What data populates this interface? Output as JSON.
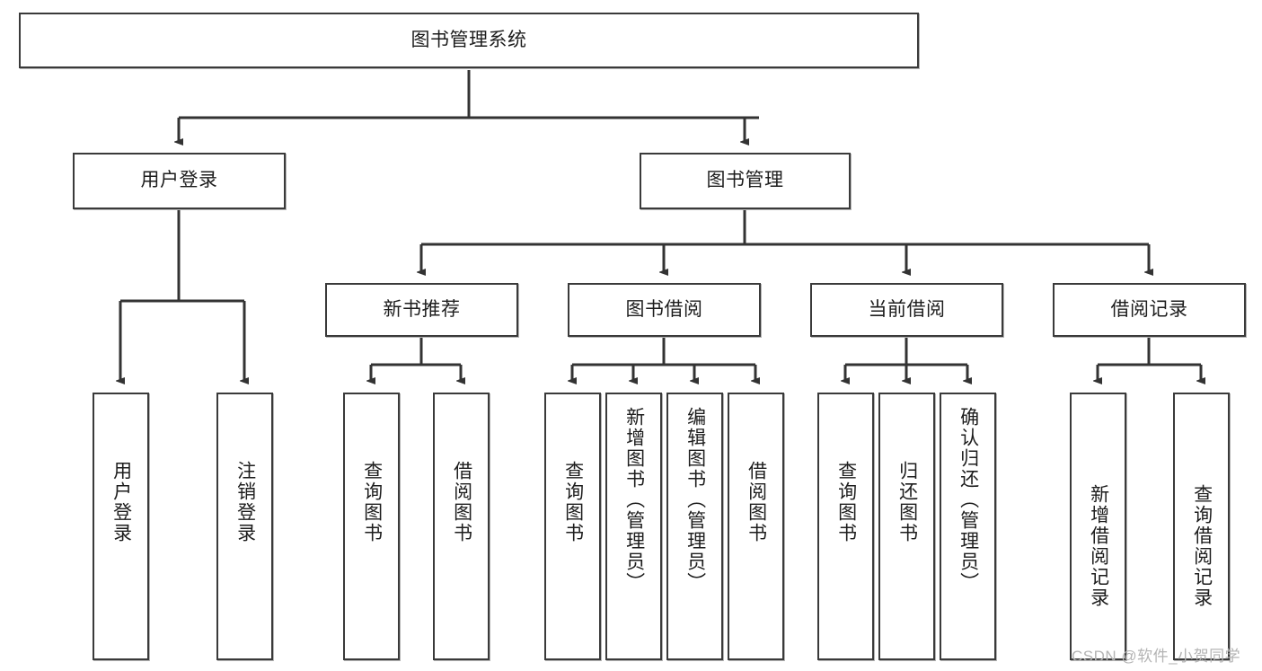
{
  "diagram": {
    "type": "tree-hierarchy-chart",
    "title": "图书管理系统",
    "watermark": "CSDN @软件_小贺同学",
    "colors": {
      "box_border": "#3a3a3a",
      "box_fill": "#ffffff",
      "connector": "#333333",
      "text": "#1d1d1d",
      "watermark": "#b4b4b4"
    },
    "nodes": {
      "root": {
        "label": "图书管理系统"
      },
      "level1": [
        {
          "id": "user-login",
          "label": "用户登录"
        },
        {
          "id": "book-manage",
          "label": "图书管理"
        }
      ],
      "level2": [
        {
          "id": "new-book-recommend",
          "label": "新书推荐"
        },
        {
          "id": "book-borrow",
          "label": "图书借阅"
        },
        {
          "id": "current-borrow",
          "label": "当前借阅"
        },
        {
          "id": "borrow-record",
          "label": "借阅记录"
        }
      ],
      "leaves": [
        {
          "id": "leaf-user-login",
          "label": "用户登录",
          "parent": "user-login"
        },
        {
          "id": "leaf-user-logout",
          "label": "注销登录",
          "parent": "user-login"
        },
        {
          "id": "leaf-query-book-1",
          "label": "查询图书",
          "parent": "new-book-recommend"
        },
        {
          "id": "leaf-borrow-book-1",
          "label": "借阅图书",
          "parent": "new-book-recommend"
        },
        {
          "id": "leaf-query-book-2",
          "label": "查询图书",
          "parent": "book-borrow"
        },
        {
          "id": "leaf-add-book",
          "label": "新增图书（管理员）",
          "parent": "book-borrow"
        },
        {
          "id": "leaf-edit-book",
          "label": "编辑图书（管理员）",
          "parent": "book-borrow"
        },
        {
          "id": "leaf-borrow-book-2",
          "label": "借阅图书",
          "parent": "book-borrow"
        },
        {
          "id": "leaf-query-book-3",
          "label": "查询图书",
          "parent": "current-borrow"
        },
        {
          "id": "leaf-return-book",
          "label": "归还图书",
          "parent": "current-borrow"
        },
        {
          "id": "leaf-confirm-return",
          "label": "确认归还（管理员）",
          "parent": "current-borrow"
        },
        {
          "id": "leaf-add-record",
          "label": "新增借阅记录",
          "parent": "borrow-record"
        },
        {
          "id": "leaf-query-record",
          "label": "查询借阅记录",
          "parent": "borrow-record"
        }
      ]
    }
  }
}
